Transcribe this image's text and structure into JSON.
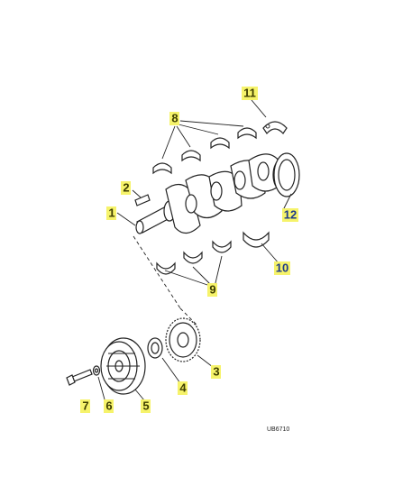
{
  "diagram": {
    "reference_code": "UB6710",
    "callouts": [
      {
        "id": "1",
        "label": "1"
      },
      {
        "id": "2",
        "label": "2"
      },
      {
        "id": "3",
        "label": "3"
      },
      {
        "id": "4",
        "label": "4"
      },
      {
        "id": "5",
        "label": "5"
      },
      {
        "id": "6",
        "label": "6"
      },
      {
        "id": "7",
        "label": "7"
      },
      {
        "id": "8",
        "label": "8"
      },
      {
        "id": "9",
        "label": "9"
      },
      {
        "id": "10",
        "label": "10"
      },
      {
        "id": "11",
        "label": "11"
      },
      {
        "id": "12",
        "label": "12"
      }
    ]
  },
  "colors": {
    "callout_highlight": "#f6f36b",
    "callout_text": "#3d3d00",
    "callout_text_alt": "#1e3a8a",
    "line_art": "#222222"
  }
}
